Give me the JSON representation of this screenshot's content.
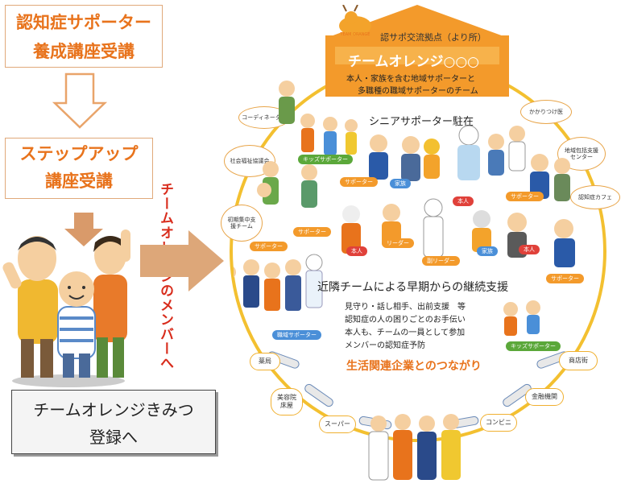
{
  "left_flow": {
    "box1": {
      "line1": "認知症サポーター",
      "line2": "養成講座受講"
    },
    "box2": {
      "line1": "ステップアップ",
      "line2": "講座受講"
    },
    "vertical_label": "チームオレンジのメンバーへ",
    "register": {
      "line1": "チームオレンジきみつ",
      "line2": "登録へ"
    }
  },
  "hub": {
    "badge": "認サポ交流拠点（より所）",
    "title": "チームオレンジ○○○",
    "desc1": "本人・家族を含む地域サポーターと",
    "desc2": "多職種の職域サポーターのチーム",
    "logo": "TEAM ORANGE"
  },
  "senior_station": "シニアサポーター駐在",
  "support": {
    "heading": "近隣チームによる早期からの継続支援",
    "items": [
      "見守り・話し相手、出前支援　等",
      "認知症の人の困りごとのお手伝い",
      "本人も、チームの一員として参加",
      "メンバーの認知症予防"
    ]
  },
  "business_heading": "生活関連企業とのつながり",
  "clouds": {
    "coordinator": "コーディネーター",
    "welfare": "社会福祉協議会",
    "early_team": "初期集中支援チーム",
    "family_doctor": "かかりつけ医",
    "regional_center": "地域包括支援センター",
    "dementia_cafe": "認知症カフェ"
  },
  "tags": {
    "kids1": "キッズサポーター",
    "kids2": "キッズサポーター",
    "supporter": "サポーター",
    "family": "家族",
    "person": "本人",
    "leader": "リーダー",
    "sub_leader": "副リーダー",
    "workplace": "職域サポーター"
  },
  "businesses": {
    "pharmacy": "薬局",
    "salon": "美容院床屋",
    "supermarket": "スーパー",
    "convenience": "コンビニ",
    "bank": "金融機関",
    "shopping_street": "商店街"
  },
  "colors": {
    "orange": "#e8731c",
    "ring": "#f3c030",
    "kids_green": "#5ba83a",
    "family_blue": "#4a8fd8",
    "person_red": "#e0413a",
    "supporter_orange": "#f39a2b"
  }
}
